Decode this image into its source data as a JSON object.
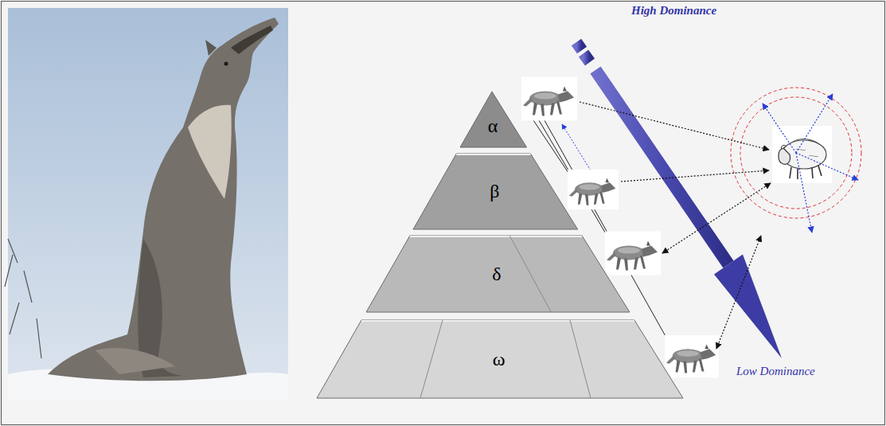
{
  "diagram": {
    "nodes": [
      {
        "text": [
          "α"
        ]
      },
      {
        "text": [
          "β"
        ]
      },
      {
        "text": [
          "δ"
        ]
      },
      {
        "text": [
          "ω"
        ]
      }
    ],
    "labels": [
      "High Dominance",
      "Low Dominance"
    ]
  }
}
